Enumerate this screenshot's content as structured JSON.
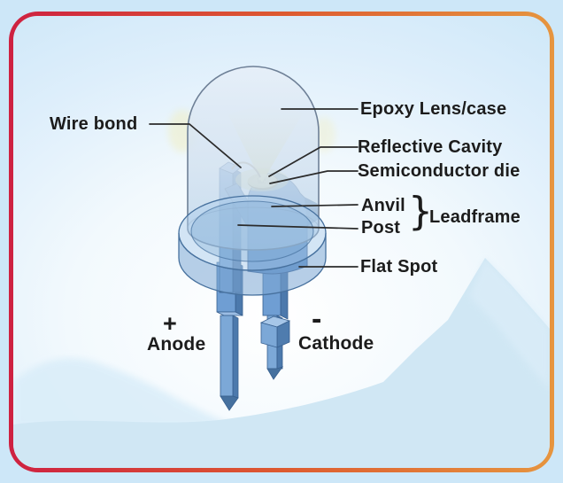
{
  "diagram": {
    "labels": {
      "wire_bond": "Wire bond",
      "epoxy_lens": "Epoxy Lens/case",
      "reflective_cavity": "Reflective Cavity",
      "semiconductor_die": "Semiconductor die",
      "anvil": "Anvil",
      "post": "Post",
      "brace": "}",
      "leadframe": "Leadframe",
      "flat_spot": "Flat Spot",
      "anode_sign": "+",
      "anode": "Anode",
      "cathode_sign": "-",
      "cathode": "Cathode"
    },
    "colors": {
      "border_gradient_left": "#ce2141",
      "border_gradient_right": "#e6953f",
      "canvas_background": "#cde7f8",
      "card_background_center": "#ffffff",
      "card_background_edge": "#cfe8f8",
      "label_text": "#1c1c1c",
      "leader_line": "#2b2b2b",
      "metal_front": "#6f9ed3",
      "metal_side": "#4c79ac",
      "metal_top": "#9bbde4",
      "dome_fill": "#ccd9e8",
      "dome_stroke": "#6e8097",
      "glow_yellow": "#f0e9a4",
      "cavity_gray": "#8a8172",
      "mountain_blue": "#d0e7f4"
    }
  }
}
